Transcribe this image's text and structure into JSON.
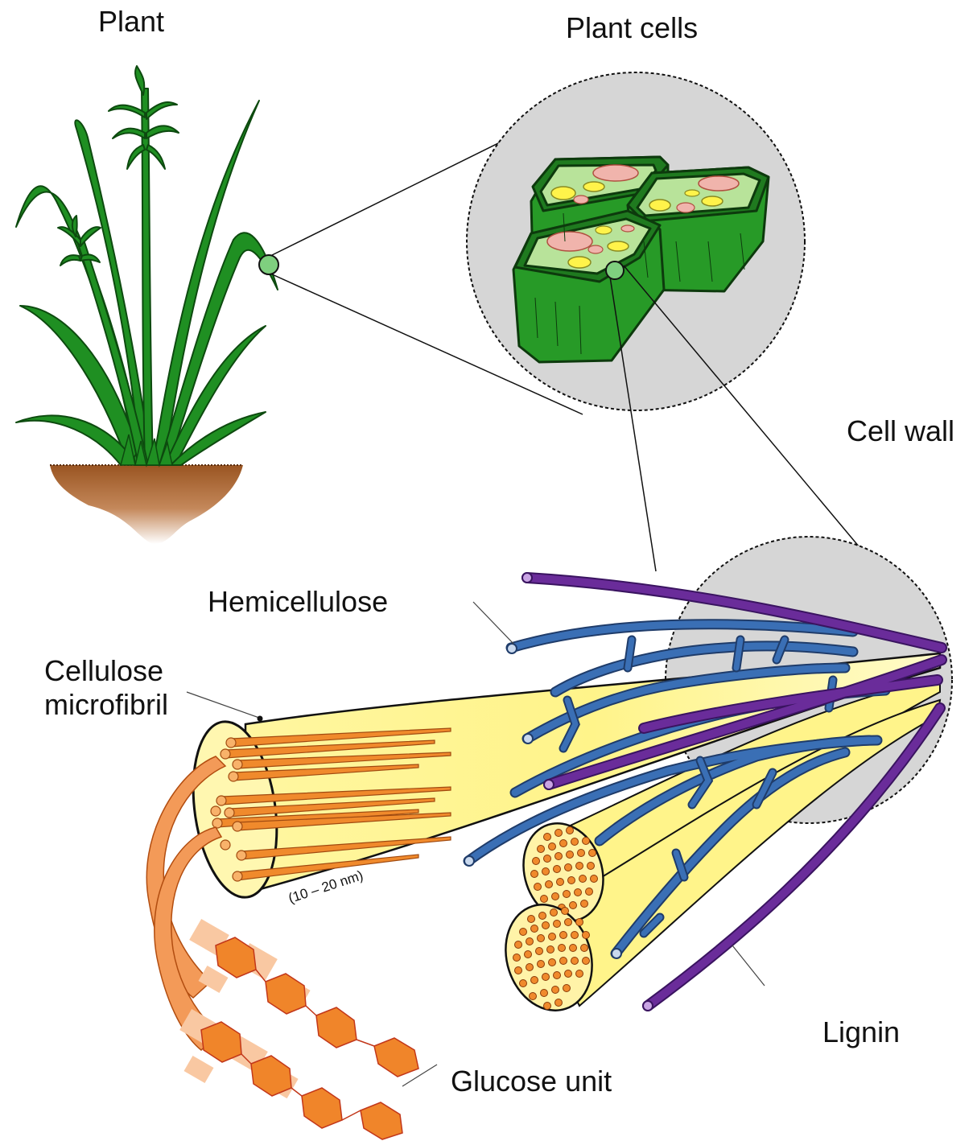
{
  "labels": {
    "plant": "Plant",
    "plant_cells": "Plant cells",
    "cell_wall": "Cell wall",
    "hemicellulose": "Hemicellulose",
    "cellulose_microfibril_line1": "Cellulose",
    "cellulose_microfibril_line2": "microfibril",
    "diameter": "(10 – 20 nm)",
    "lignin": "Lignin",
    "glucose_unit": "Glucose unit"
  },
  "colors": {
    "leaf_green": "#1f8f22",
    "cell_green": "#2e9e2a",
    "cytoplasm": "#b8e39a",
    "chloroplast": "#fff34a",
    "nucleus": "#f0b4ac",
    "zoom_gray": "#d6d6d6",
    "fiber_yellow": "#fff79a",
    "cellulose_orange": "#f08a2c",
    "hemicellulose_blue": "#3a6fb5",
    "lignin_purple": "#6a2c9a",
    "glucose_orange": "#f0852a",
    "soil_brown": "#a8612a"
  }
}
